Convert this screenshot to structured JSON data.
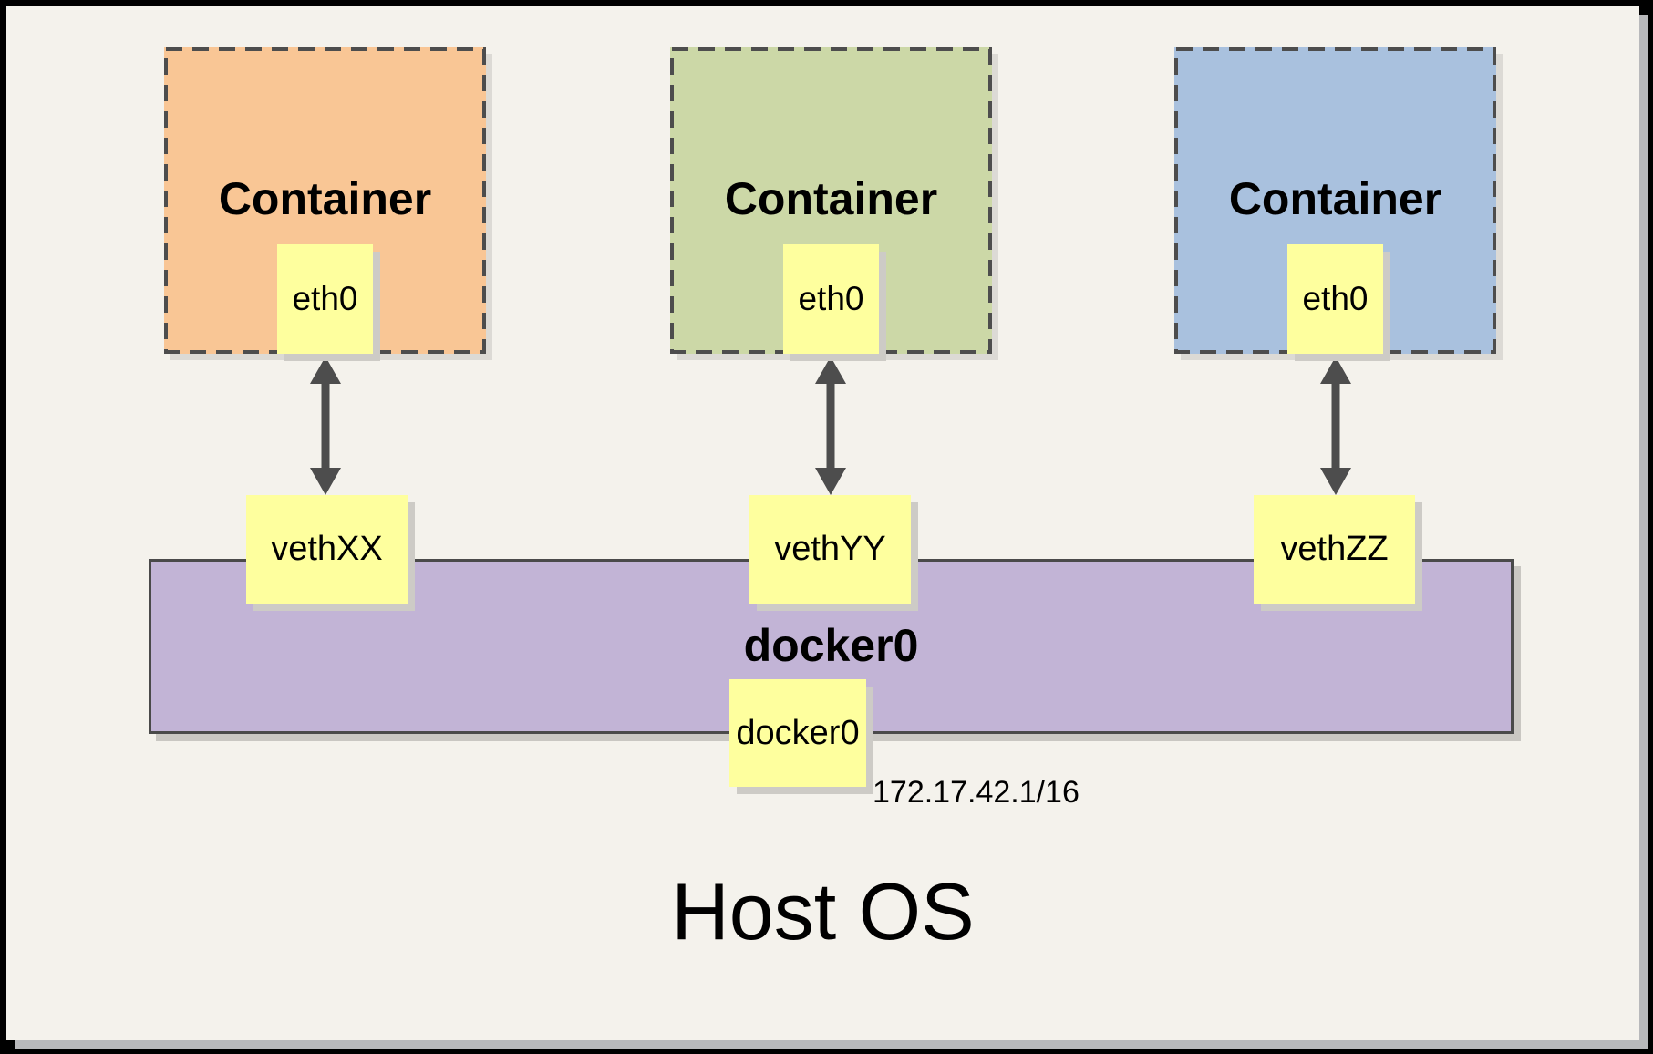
{
  "diagram": {
    "containers": [
      {
        "title": "Container",
        "eth": "eth0",
        "veth": "vethXX",
        "fill": "#f9c695"
      },
      {
        "title": "Container",
        "eth": "eth0",
        "veth": "vethYY",
        "fill": "#ccd8a7"
      },
      {
        "title": "Container",
        "eth": "eth0",
        "veth": "vethZZ",
        "fill": "#a9c1de"
      }
    ],
    "bridge": {
      "title": "docker0",
      "iface": "docker0",
      "ip": "172.17.42.1/16",
      "fill": "#c2b4d6"
    },
    "host": {
      "title": "Host OS"
    },
    "colors": {
      "note_yellow": "#feff9e",
      "arrow_gray": "#4d4d4d",
      "dash_border": "#4d4d4d",
      "card_background": "#f4f2ec",
      "frame_black": "#000000"
    }
  }
}
